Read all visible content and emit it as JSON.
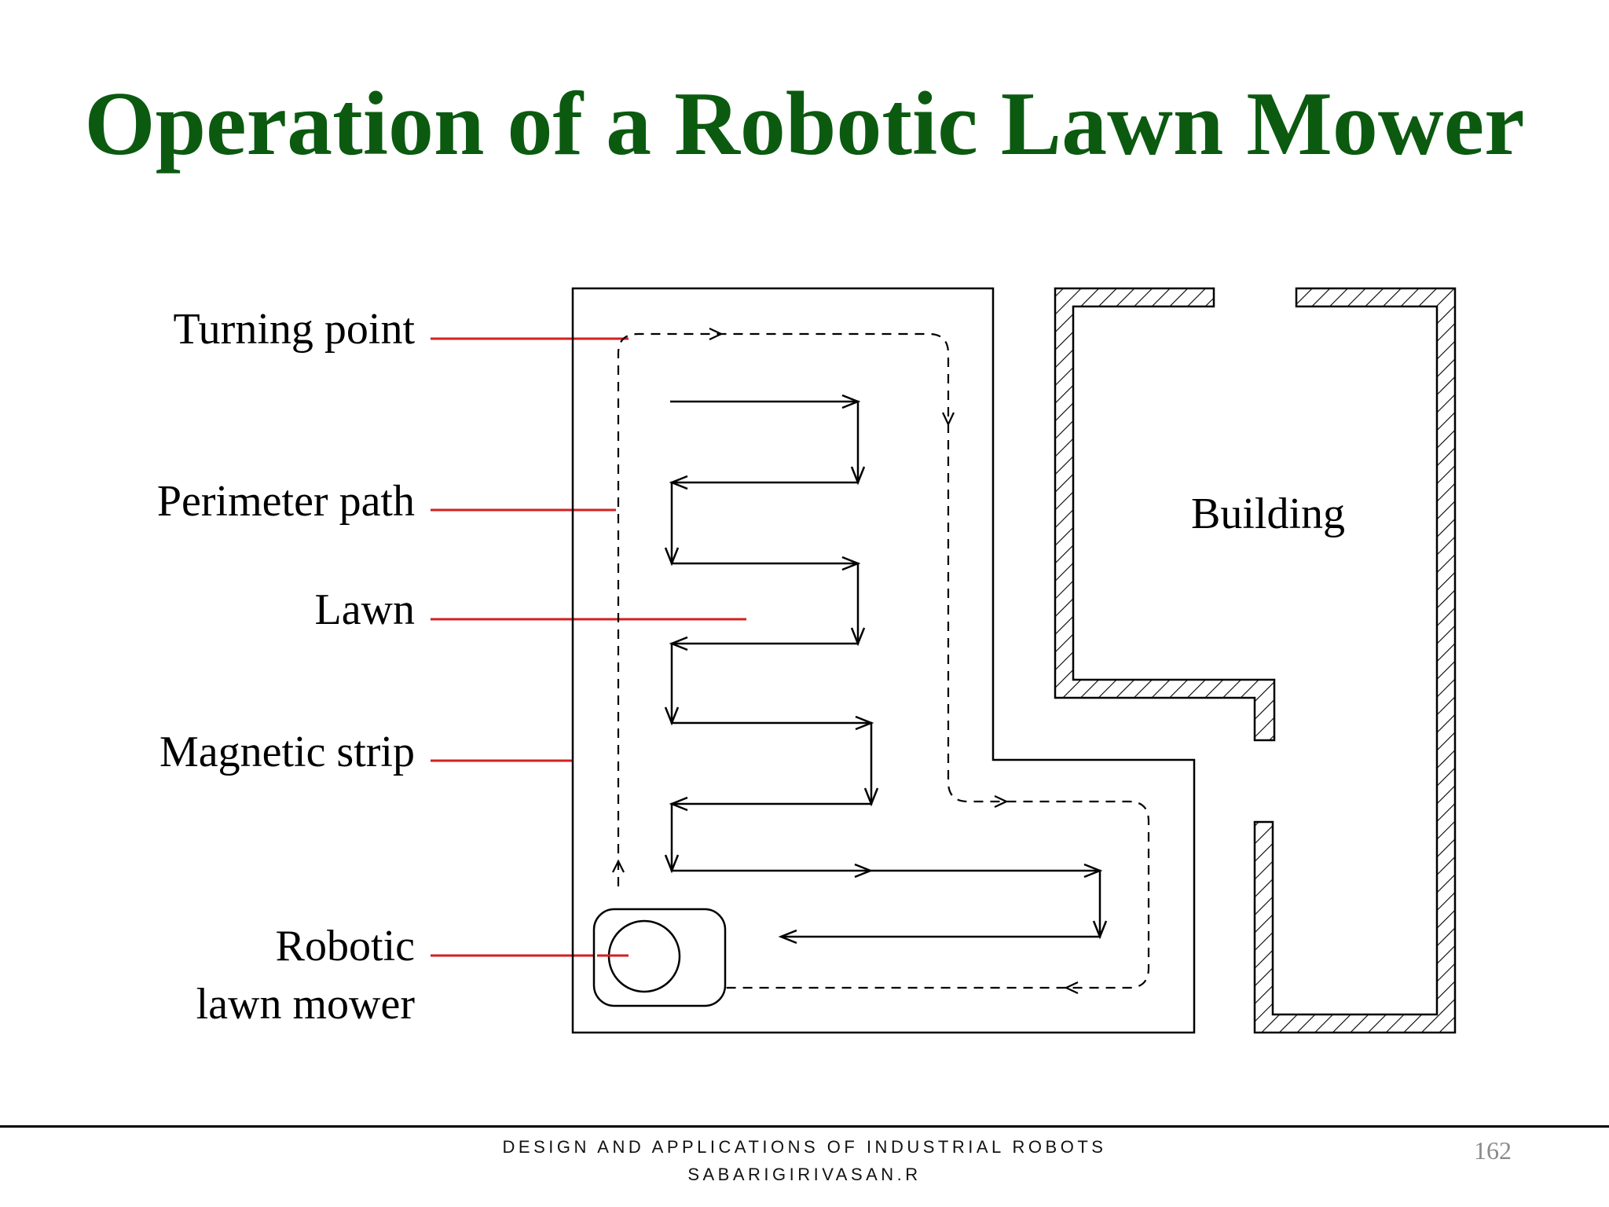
{
  "slide": {
    "title": "Operation of a Robotic Lawn Mower",
    "page_number": "162",
    "title_color": "#0b5a10"
  },
  "labels": {
    "turning_point": "Turning point",
    "perimeter_path": "Perimeter path",
    "lawn": "Lawn",
    "magnetic_strip": "Magnetic strip",
    "robotic_line1": "Robotic",
    "robotic_line2": "lawn mower",
    "building": "Building",
    "leader_color": "#d32020"
  },
  "footer": {
    "line1": "DESIGN AND APPLICATIONS OF INDUSTRIAL ROBOTS",
    "line2": "SABARIGIRIVASAN.R"
  }
}
